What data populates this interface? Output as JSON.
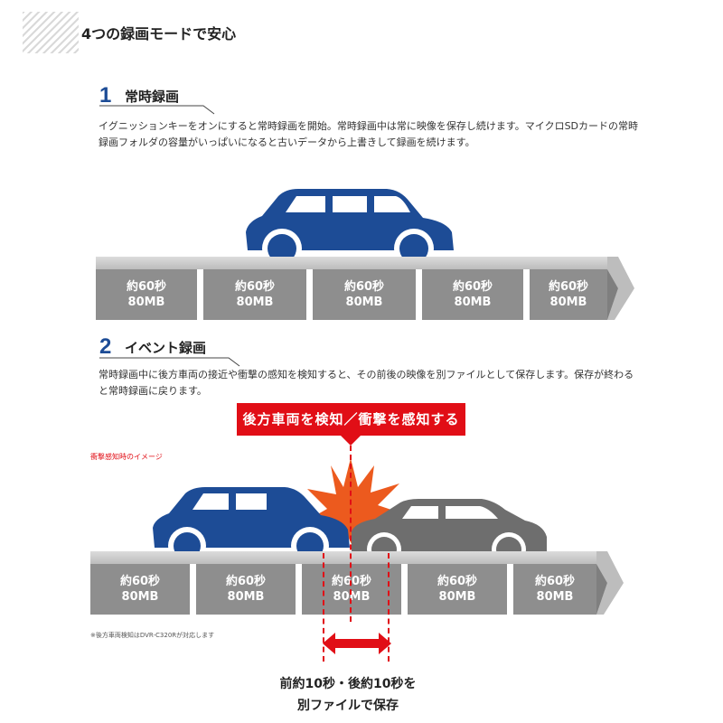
{
  "page_title": "4つの録画モードで安心",
  "section1": {
    "number": "1",
    "title": "常時録画",
    "description": "イグニッションキーをオンにすると常時録画を開始。常時録画中は常に映像を保存し続けます。マイクロSDカードの常時録画フォルダの容量がいっぱいになると古いデータから上書きして録画を続けます。",
    "segments": [
      {
        "time": "約60秒",
        "size": "80MB"
      },
      {
        "time": "約60秒",
        "size": "80MB"
      },
      {
        "time": "約60秒",
        "size": "80MB"
      },
      {
        "time": "約60秒",
        "size": "80MB"
      },
      {
        "time": "約60秒",
        "size": "80MB"
      }
    ]
  },
  "section2": {
    "number": "2",
    "title": "イベント録画",
    "description": "常時録画中に後方車両の接近や衝撃の感知を検知すると、その前後の映像を別ファイルとして保存します。保存が終わると常時録画に戻ります。",
    "banner": "後方車両を検知／衝撃を感知する",
    "impact_label": "衝撃感知時のイメージ",
    "note": "※後方車両検知はDVR-C320Rが対応します",
    "segments": [
      {
        "time": "約60秒",
        "size": "80MB"
      },
      {
        "time": "約60秒",
        "size": "80MB"
      },
      {
        "time": "約60秒",
        "size": "80MB"
      },
      {
        "time": "約60秒",
        "size": "80MB"
      },
      {
        "time": "約60秒",
        "size": "80MB"
      }
    ],
    "result_line1": "前約10秒・後約10秒を",
    "result_line2": "別ファイルで保存"
  },
  "colors": {
    "accent_blue": "#1d4c96",
    "alert_red": "#e10e16",
    "segment_gray": "#8e8e8e",
    "other_car_gray": "#6e6e6e",
    "burst_orange": "#ec5a1e"
  }
}
